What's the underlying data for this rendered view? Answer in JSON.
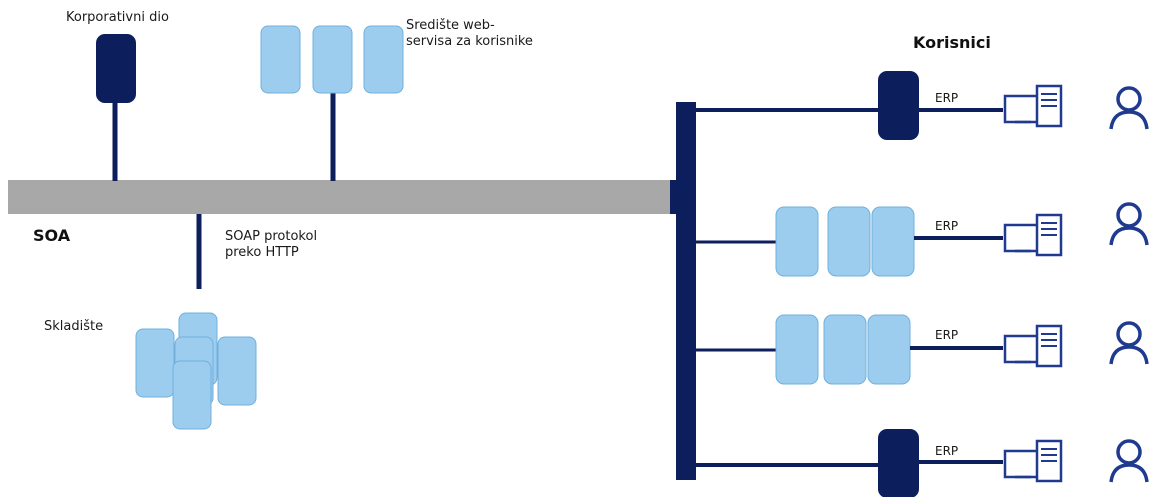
{
  "labels": {
    "corporate": "Korporativni dio",
    "web_services": "Središte web-\nservisa za korisnike",
    "users_title": "Korisnici",
    "soa": "SOA",
    "soap": "SOAP protokol\npreko HTTP",
    "storage": "Skladište"
  },
  "users": [
    {
      "erp_label": "ERP",
      "type": "server-node"
    },
    {
      "erp_label": "ERP",
      "type": "service-cluster"
    },
    {
      "erp_label": "ERP",
      "type": "service-cluster"
    },
    {
      "erp_label": "ERP",
      "type": "server-node"
    }
  ],
  "icons": {
    "workstation": "workstation-icon",
    "user": "user-icon",
    "server": "server-icon",
    "service": "service-box-icon",
    "database": "database-icon"
  },
  "colors": {
    "dark_navy": "#0d1e5c",
    "light_blue": "#9dcdee",
    "light_blue_stroke": "#6fb0dd",
    "bus_gray": "#a8a8a8",
    "icon_blue": "#1f3a8f"
  }
}
